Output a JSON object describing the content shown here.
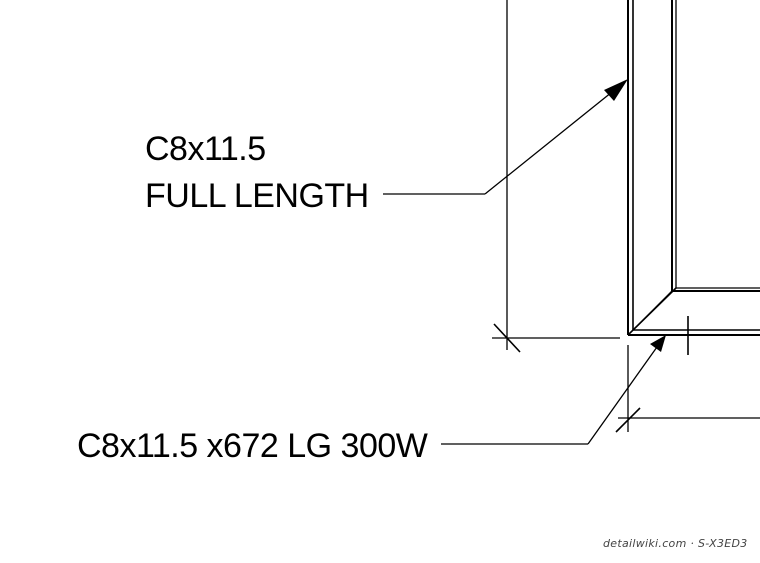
{
  "callouts": {
    "upper": {
      "line1": "C8x11.5",
      "line2": "FULL LENGTH"
    },
    "lower": {
      "line1": "C8x11.5 x672 LG 300W"
    }
  },
  "watermark": {
    "text": "detailwiki.com · S-X3ED3"
  },
  "colors": {
    "ink": "#000000",
    "background": "#ffffff"
  }
}
